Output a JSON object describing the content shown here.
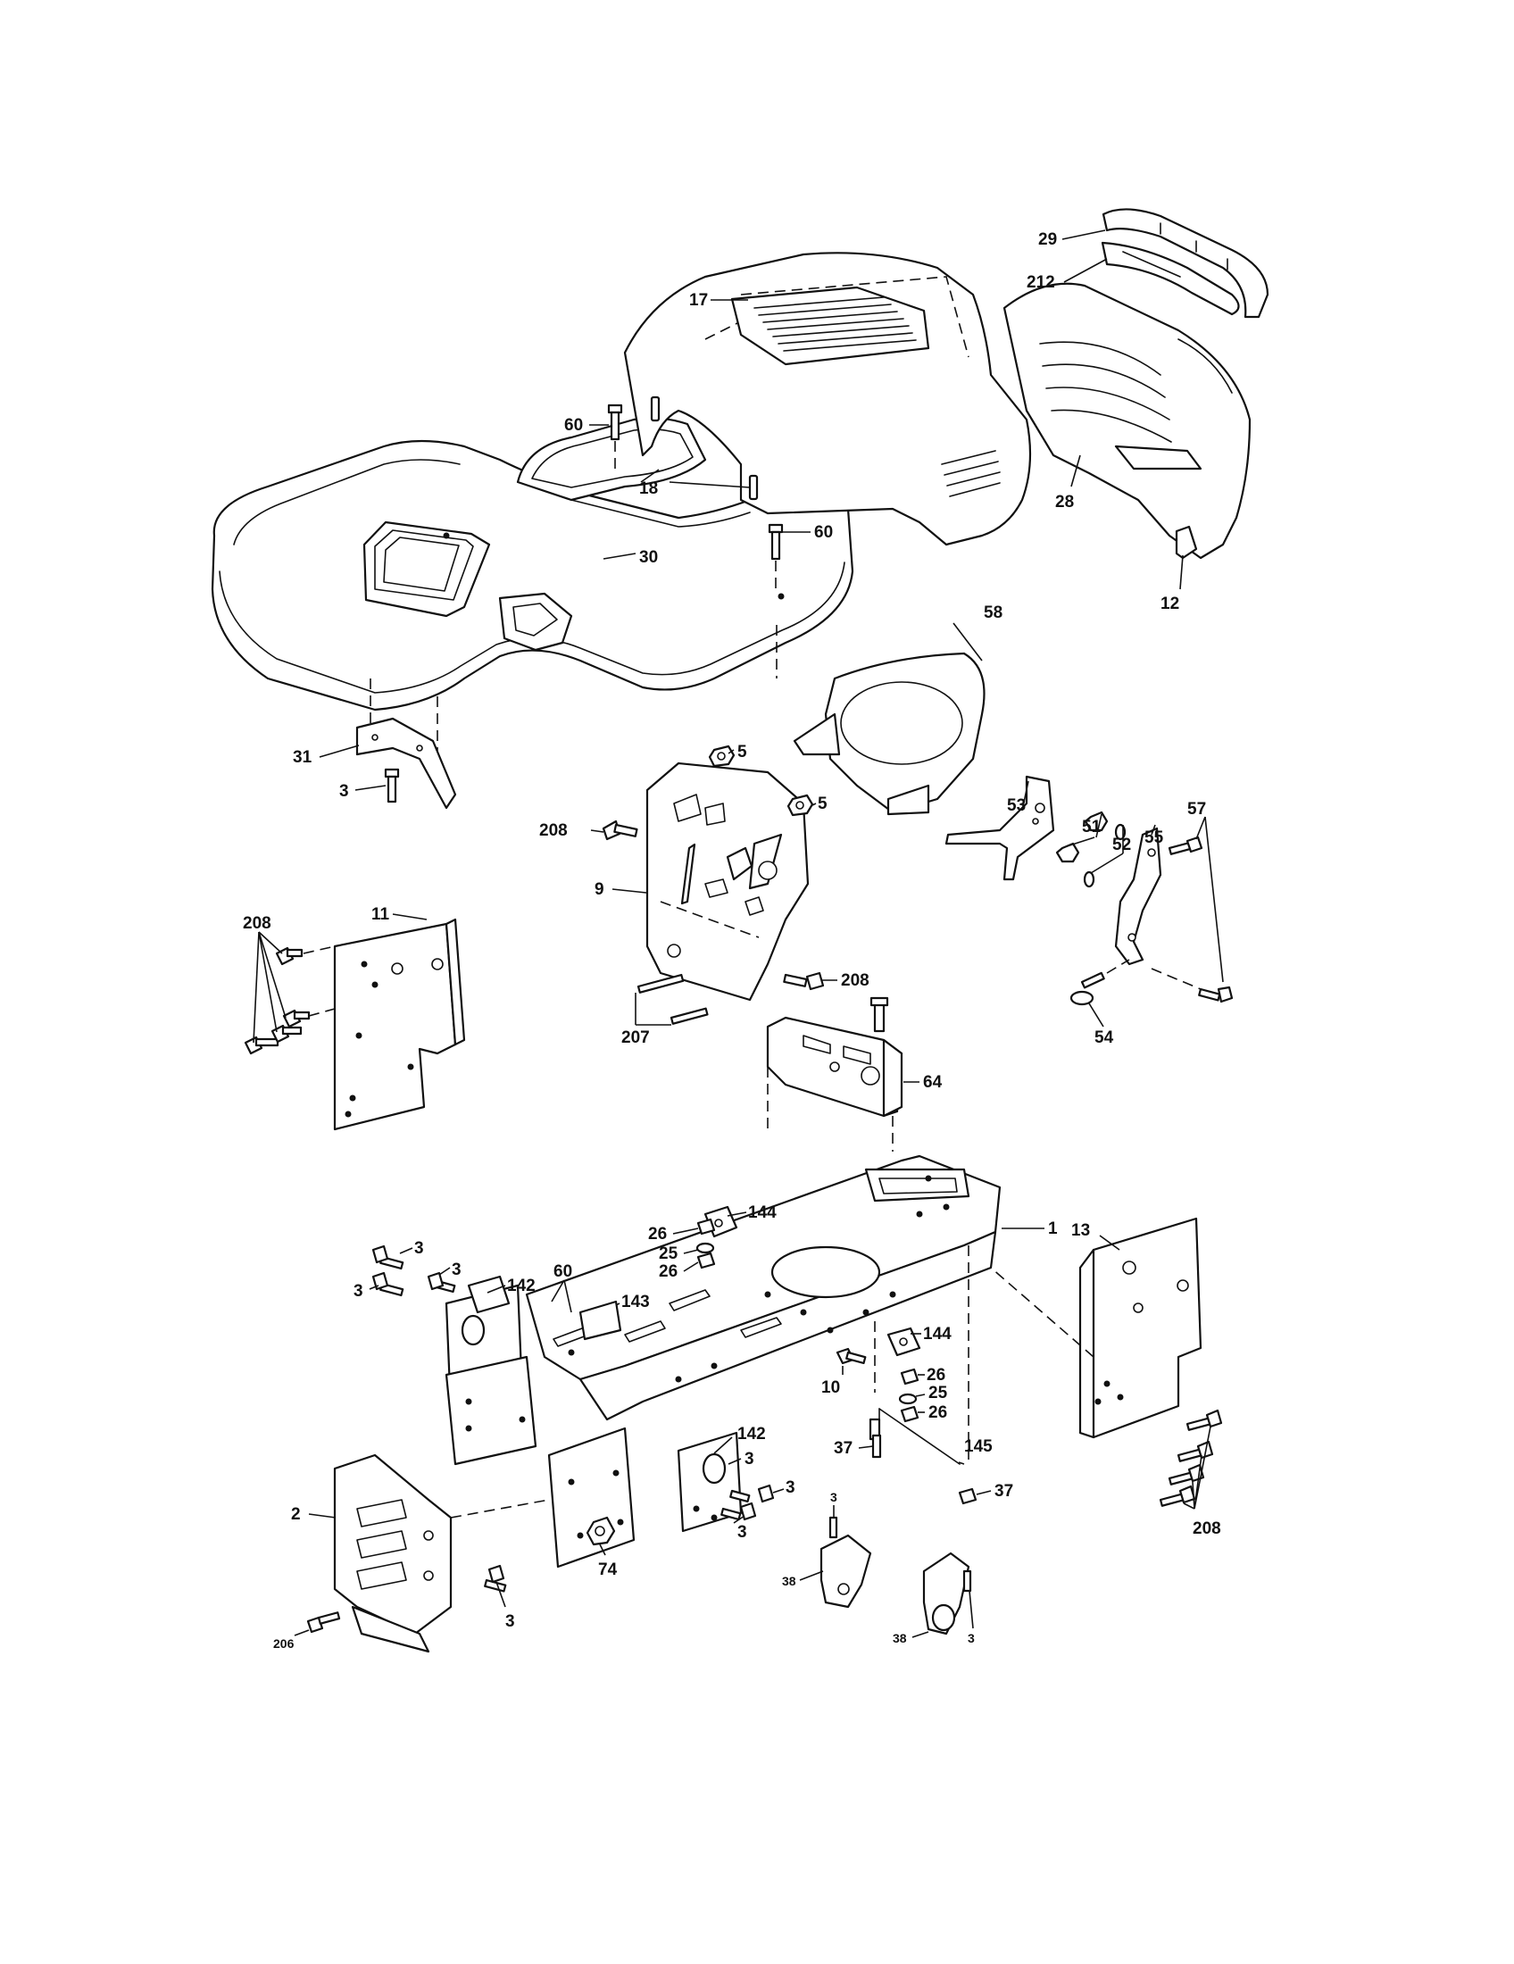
{
  "parts": {
    "p1": "1",
    "p2": "2",
    "p3": "3",
    "p5": "5",
    "p9": "9",
    "p10": "10",
    "p11": "11",
    "p12": "12",
    "p13": "13",
    "p17": "17",
    "p18": "18",
    "p25": "25",
    "p26": "26",
    "p28": "28",
    "p29": "29",
    "p30": "30",
    "p31": "31",
    "p37": "37",
    "p38": "38",
    "p51": "51",
    "p52": "52",
    "p53": "53",
    "p54": "54",
    "p55": "55",
    "p57": "57",
    "p58": "58",
    "p60": "60",
    "p64": "64",
    "p74": "74",
    "p142": "142",
    "p143": "143",
    "p144": "144",
    "p145": "145",
    "p206": "206",
    "p207": "207",
    "p208": "208",
    "p212": "212"
  }
}
